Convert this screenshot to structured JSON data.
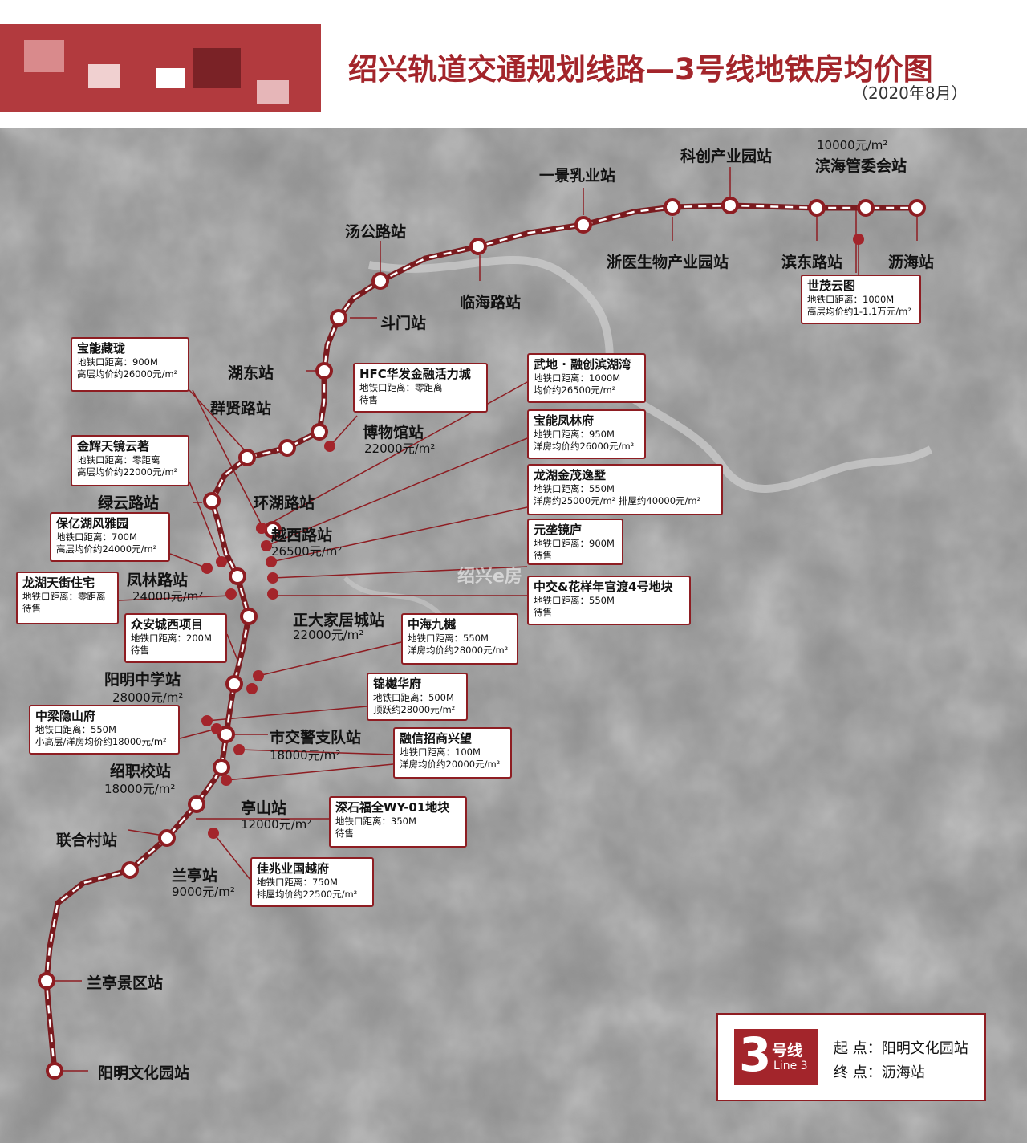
{
  "header": {
    "title": "绍兴轨道交通规划线路—3号线地铁房均价图",
    "subtitle": "（2020年8月）"
  },
  "colors": {
    "line": "#a3252b",
    "accent": "#8e1d22",
    "map": "#8a8a8a"
  },
  "watermark": "绍兴e房",
  "stations": [
    {
      "id": "yangming-cultural-park",
      "name": "阳明文化园站"
    },
    {
      "id": "lanting-scenic",
      "name": "兰亭景区站"
    },
    {
      "id": "lanting",
      "name": "兰亭站",
      "price": "9000元/m²"
    },
    {
      "id": "lianhe-village",
      "name": "联合村站"
    },
    {
      "id": "tingshan",
      "name": "亭山站",
      "price": "12000元/m²"
    },
    {
      "id": "shaozhi-school",
      "name": "绍职校站",
      "price": "18000元/m²"
    },
    {
      "id": "traffic-police",
      "name": "市交警支队站",
      "price": "18000元/m²"
    },
    {
      "id": "yangming-middle",
      "name": "阳明中学站",
      "price": "28000元/m²"
    },
    {
      "id": "zhengda-home",
      "name": "正大家居城站",
      "price": "22000元/m²"
    },
    {
      "id": "fenglin-road",
      "name": "凤林路站",
      "price": "24000元/m²"
    },
    {
      "id": "yuexi-road",
      "name": "越西路站",
      "price": "26500元/m²"
    },
    {
      "id": "lvyun-road",
      "name": "绿云路站"
    },
    {
      "id": "qunxian-road",
      "name": "群贤路站"
    },
    {
      "id": "huanhu-road",
      "name": "环湖路站"
    },
    {
      "id": "museum",
      "name": "博物馆站",
      "price": "22000元/m²"
    },
    {
      "id": "hudong",
      "name": "湖东站"
    },
    {
      "id": "doumen",
      "name": "斗门站"
    },
    {
      "id": "tanggong-road",
      "name": "汤公路站"
    },
    {
      "id": "linhai-road",
      "name": "临海路站"
    },
    {
      "id": "yijing-dairy",
      "name": "一景乳业站"
    },
    {
      "id": "zheyi-bio",
      "name": "浙医生物产业园站"
    },
    {
      "id": "kechuang-park",
      "name": "科创产业园站"
    },
    {
      "id": "bindong-road",
      "name": "滨东路站"
    },
    {
      "id": "binhai-committee",
      "name": "滨海管委会站",
      "price": "10000元/m²"
    },
    {
      "id": "lihai",
      "name": "沥海站"
    }
  ],
  "projects": [
    {
      "id": "shimao",
      "name": "世茂云图",
      "lines": [
        "地铁口距离：1000M",
        "高层均价约1-1.1万元/m²"
      ]
    },
    {
      "id": "baoneng-zanglong",
      "name": "宝能藏珑",
      "lines": [
        "地铁口距离：900M",
        "高层均价约26000元/m²"
      ]
    },
    {
      "id": "hfc",
      "name": "HFC华发金融活力城",
      "lines": [
        "地铁口距离：零距离",
        "待售"
      ]
    },
    {
      "id": "wudi",
      "name": "武地 · 融创滨湖湾",
      "lines": [
        "地铁口距离：1000M",
        "均价约26500元/m²"
      ]
    },
    {
      "id": "baoneng-fenglin",
      "name": "宝能凤林府",
      "lines": [
        "地铁口距离：950M",
        "洋房均价约26000元/m²"
      ]
    },
    {
      "id": "longhu-jinmao",
      "name": "龙湖金茂逸墅",
      "lines": [
        "地铁口距离：550M",
        "洋房约25000元/m² 排屋约40000元/m²"
      ]
    },
    {
      "id": "yuanyi",
      "name": "元垄镜庐",
      "lines": [
        "地铁口距离：900M",
        "待售"
      ]
    },
    {
      "id": "zhongjiao-huayang",
      "name": "中交&花样年官渡4号地块",
      "lines": [
        "地铁口距离：550M",
        "待售"
      ]
    },
    {
      "id": "jinhui",
      "name": "金辉天镜云著",
      "lines": [
        "地铁口距离：零距离",
        "高层均价约22000元/m²"
      ]
    },
    {
      "id": "baoyi",
      "name": "保亿湖风雅园",
      "lines": [
        "地铁口距离：700M",
        "高层均价约24000元/m²"
      ]
    },
    {
      "id": "longhu-tianjie",
      "name": "龙湖天街住宅",
      "lines": [
        "地铁口距离：零距离",
        "待售"
      ]
    },
    {
      "id": "zhongan",
      "name": "众安城西项目",
      "lines": [
        "地铁口距离：200M",
        "待售"
      ]
    },
    {
      "id": "zhonghai",
      "name": "中海九樾",
      "lines": [
        "地铁口距离：550M",
        "洋房均价约28000元/m²"
      ]
    },
    {
      "id": "jinyue",
      "name": "锦樾华府",
      "lines": [
        "地铁口距离：500M",
        "顶跃约28000元/m²"
      ]
    },
    {
      "id": "zhongliang",
      "name": "中梁隐山府",
      "lines": [
        "地铁口距离：550M",
        "小高层/洋房均价约18000元/m²"
      ]
    },
    {
      "id": "rongxin",
      "name": "融信招商兴望",
      "lines": [
        "地铁口距离：100M",
        "洋房均价约20000元/m²"
      ]
    },
    {
      "id": "shenshi",
      "name": "深石福全WY-01地块",
      "lines": [
        "地铁口距离：350M",
        "待售"
      ]
    },
    {
      "id": "jiazhao",
      "name": "佳兆业国越府",
      "lines": [
        "地铁口距离：750M",
        "排屋均价约22500元/m²"
      ]
    }
  ],
  "legend": {
    "number": "3",
    "hx": "号线",
    "en": "Line 3",
    "start": "起 点：阳明文化园站",
    "end": "终 点：沥海站"
  }
}
